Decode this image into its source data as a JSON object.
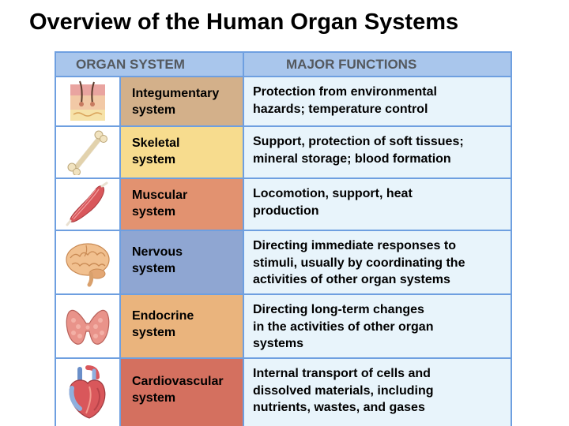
{
  "title": "Overview of the Human Organ Systems",
  "table": {
    "headers": [
      "ORGAN SYSTEM",
      "MAJOR FUNCTIONS"
    ],
    "rows": [
      {
        "name": "Integumentary\nsystem",
        "functions": "Protection from environmental\nhazards; temperature control",
        "icon": "skin-icon",
        "color": "#d3b08a"
      },
      {
        "name": "Skeletal\nsystem",
        "functions": "Support, protection of soft tissues;\nmineral storage; blood formation",
        "icon": "bone-icon",
        "color": "#f7dc8e"
      },
      {
        "name": "Muscular\nsystem",
        "functions": "Locomotion, support, heat\nproduction",
        "icon": "muscle-icon",
        "color": "#e29270"
      },
      {
        "name": "Nervous\nsystem",
        "functions": "Directing immediate responses to\nstimuli, usually by coordinating the\nactivities of other organ systems",
        "icon": "brain-icon",
        "color": "#8fa6d2"
      },
      {
        "name": "Endocrine\nsystem",
        "functions": "Directing long-term changes\nin the activities of other organ\nsystems",
        "icon": "thyroid-icon",
        "color": "#eab47d"
      },
      {
        "name": "Cardiovascular\nsystem",
        "functions": "Internal transport of cells and\ndissolved materials, including\nnutrients, wastes, and gases",
        "icon": "heart-icon",
        "color": "#d4705f"
      }
    ]
  }
}
